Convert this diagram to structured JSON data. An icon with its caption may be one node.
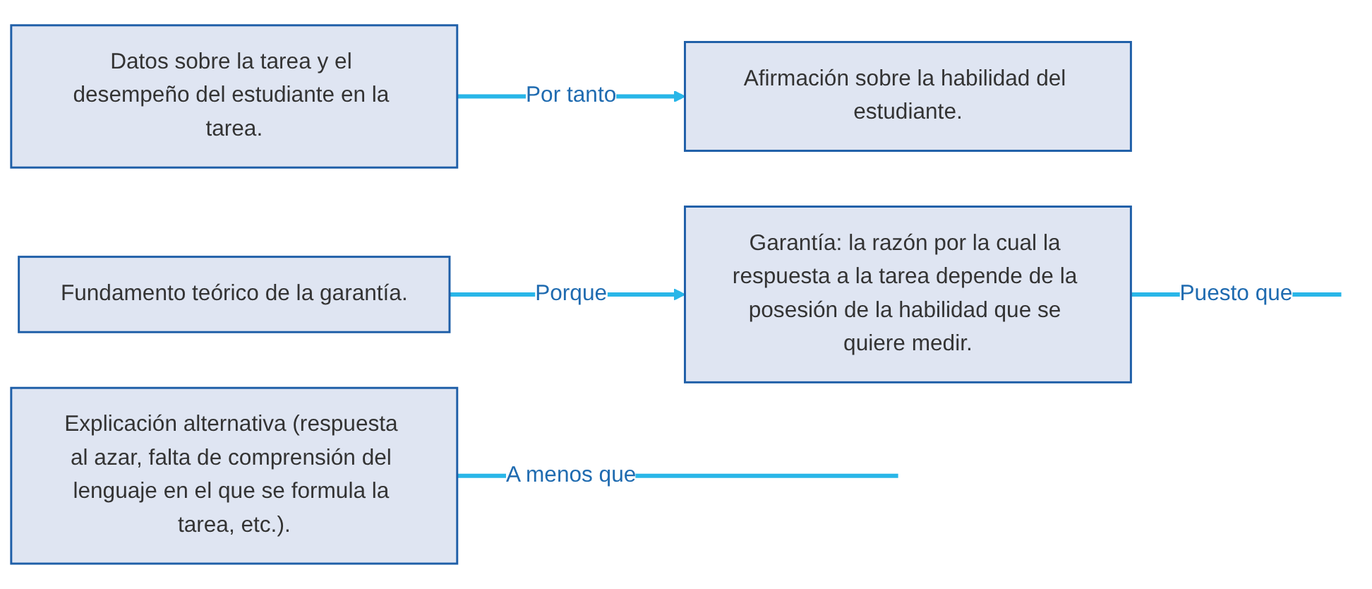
{
  "diagram": {
    "nodes": [
      {
        "text": [
          "Datos sobre la tarea y el desempeño del estudiante en la tarea."
        ]
      },
      {
        "text": [
          "Afirmación sobre la habilidad del estudiante."
        ]
      },
      {
        "text": [
          "Explicación alternativa (respuesta al azar, falta de comprensión del lenguaje en el que se formula la tarea, etc.)."
        ]
      },
      {
        "text": [
          "Garantía: la razón por la cual la respuesta a la tarea depende de la posesión de la habilidad que se quiere medir."
        ]
      },
      {
        "text": [
          "Fundamento teórico de la garantía."
        ]
      }
    ],
    "edges": [
      {
        "from": 0,
        "to": 1,
        "label": "Por tanto",
        "arrow": "to"
      },
      {
        "from": 2,
        "to": null,
        "label": "A menos que",
        "arrow": "none"
      },
      {
        "from": 3,
        "to": null,
        "label": "Puesto que",
        "arrow": "none"
      },
      {
        "from": 4,
        "to": 3,
        "label": "Porque",
        "arrow": "to"
      }
    ]
  }
}
